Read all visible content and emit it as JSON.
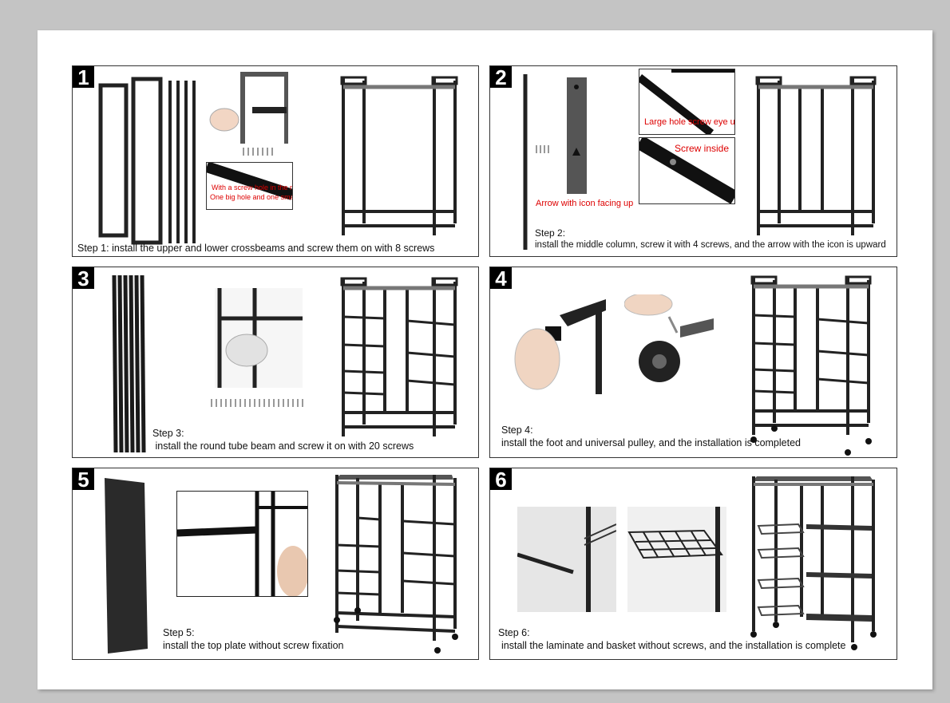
{
  "steps": [
    {
      "number": "1",
      "caption": "Step 1: install the upper and lower crossbeams and screw them on with 8 screws",
      "note_line1": "With a screw hole in the middle",
      "note_line2": "One big hole and one small hole"
    },
    {
      "number": "2",
      "caption_line1": "Step 2:",
      "caption_line2": "install the middle column, screw it with 4 screws, and the arrow with the icon is upward",
      "note_top": "Large hole screw eye up",
      "note_inside": "Screw inside",
      "note_arrow": "Arrow with icon facing up"
    },
    {
      "number": "3",
      "caption_line1": "Step 3:",
      "caption_line2": " install the round tube beam and screw it on with 20 screws"
    },
    {
      "number": "4",
      "caption_line1": "Step 4:",
      "caption_line2": "install the foot and universal pulley, and the installation is completed"
    },
    {
      "number": "5",
      "caption_line1": "Step 5:",
      "caption_line2": "install the top plate without screw fixation"
    },
    {
      "number": "6",
      "caption_line1": "Step 6:",
      "caption_line2": "install the laminate and basket without screws, and the installation is complete"
    }
  ],
  "colors": {
    "frame": "#1a1a1a",
    "note_red": "#dd0000",
    "badge": "#000000"
  }
}
